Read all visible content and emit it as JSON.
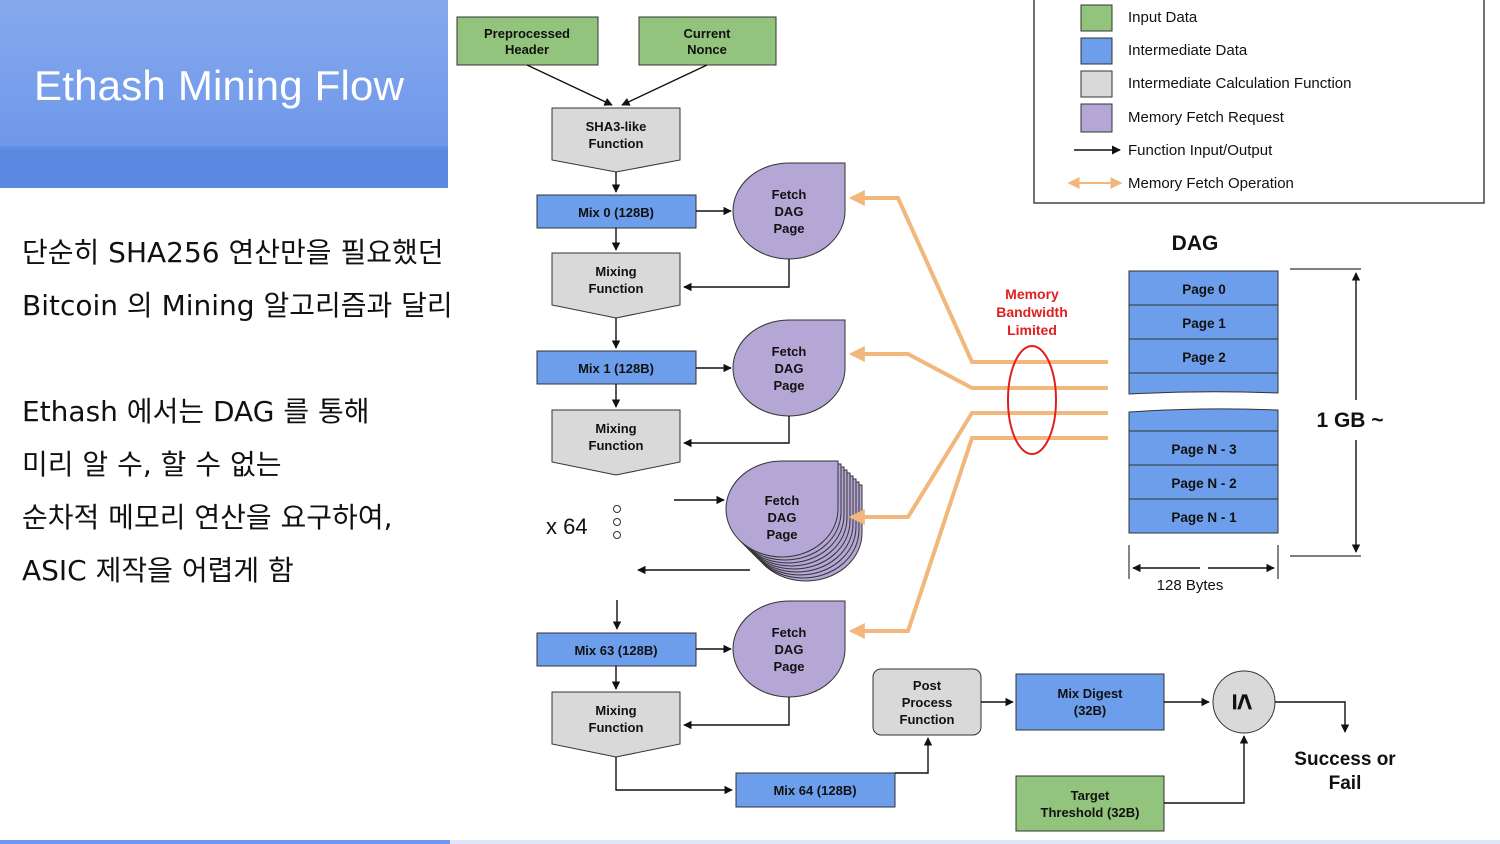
{
  "slide": {
    "title": "Ethash Mining Flow",
    "description": {
      "lines": [
        "단순히 SHA256 연산만을 필요했던",
        "Bitcoin 의 Mining 알고리즘과 달리",
        "",
        "Ethash 에서는 DAG 를 통해",
        "미리 알 수, 할 수 없는",
        "순차적 메모리 연산을 요구하여,",
        "ASIC 제작을 어렵게 함"
      ]
    }
  },
  "colors": {
    "input_data": "#93c47d",
    "intermediate_data": "#6d9eeb",
    "calc_function": "#d9d9d9",
    "fetch_request": "#b4a7d6",
    "memory_arrow": "#f1b77c",
    "bandwidth_red": "#e02020",
    "title_blue": "#6f98ea"
  },
  "legend": [
    {
      "label": "Input Data",
      "kind": "input"
    },
    {
      "label": "Intermediate Data",
      "kind": "intermediate"
    },
    {
      "label": "Intermediate Calculation Function",
      "kind": "function"
    },
    {
      "label": "Memory Fetch Request",
      "kind": "fetch"
    },
    {
      "label": "Function Input/Output",
      "kind": "arrow-black"
    },
    {
      "label": "Memory Fetch Operation",
      "kind": "arrow-orange"
    }
  ],
  "diagram": {
    "inputs": [
      {
        "line1": "Preprocessed",
        "line2": "Header"
      },
      {
        "line1": "Current",
        "line2": "Nonce"
      }
    ],
    "sha3": {
      "line1": "SHA3-like",
      "line2": "Function"
    },
    "mixes": [
      "Mix 0 (128B)",
      "Mix 1 (128B)",
      "Mix 63 (128B)",
      "Mix 64 (128B)"
    ],
    "mixing_function": {
      "line1": "Mixing",
      "line2": "Function"
    },
    "fetch": {
      "line1": "Fetch",
      "line2": "DAG",
      "line3": "Page"
    },
    "repeat_label": "x 64",
    "bandwidth": {
      "line1": "Memory",
      "line2": "Bandwidth",
      "line3": "Limited"
    },
    "dag": {
      "title": "DAG",
      "top_pages": [
        "Page 0",
        "Page 1",
        "Page 2"
      ],
      "bottom_pages": [
        "Page N - 3",
        "Page N - 2",
        "Page N - 1"
      ],
      "size_label": "1 GB ~",
      "width_label": "128 Bytes"
    },
    "post_process": {
      "line1": "Post",
      "line2": "Process",
      "line3": "Function"
    },
    "mix_digest": {
      "line1": "Mix Digest",
      "line2": "(32B)"
    },
    "compare_symbol": "≤",
    "target": {
      "line1": "Target",
      "line2": "Threshold (32B)"
    },
    "result": {
      "line1": "Success or",
      "line2": "Fail"
    }
  }
}
